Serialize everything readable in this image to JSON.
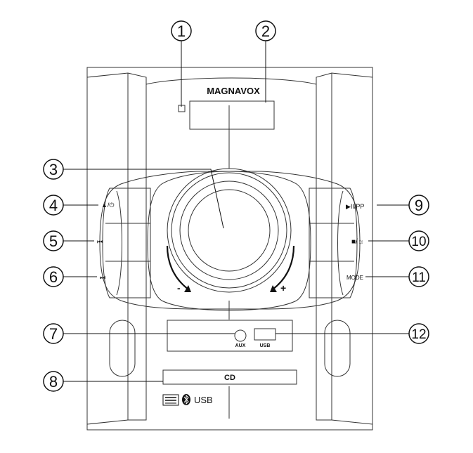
{
  "brand": "MAGNAVOX",
  "callouts": [
    "1",
    "2",
    "3",
    "4",
    "5",
    "6",
    "7",
    "8",
    "9",
    "10",
    "11",
    "12"
  ],
  "controls": {
    "eject_power": "▲/⏻",
    "prev": "⏮",
    "next": "⏭",
    "play_pause": "▶II/PP",
    "stop_light": "■/☼",
    "mode": "MODE",
    "vol_minus": "-",
    "vol_plus": "+",
    "aux": "AUX",
    "usb_port": "USB",
    "cd": "CD",
    "bottom_usb": "USB"
  },
  "logos": {
    "disc": "disc logo",
    "bluetooth": "bluetooth logo"
  }
}
